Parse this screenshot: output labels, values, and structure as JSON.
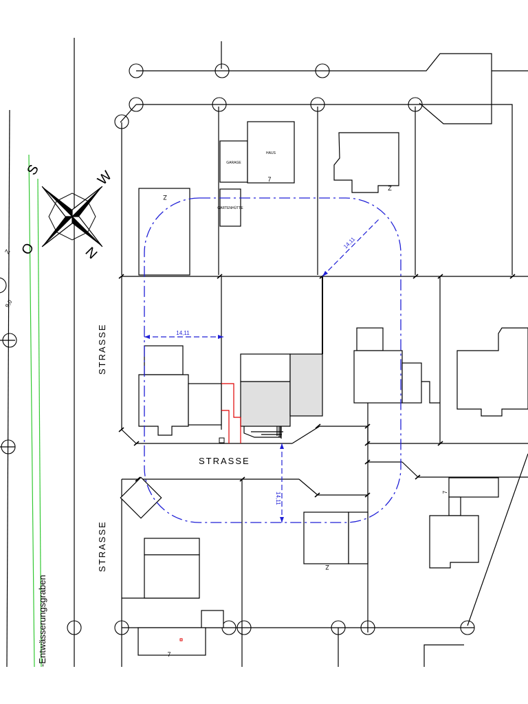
{
  "compass": {
    "north": "N",
    "south": "S",
    "west": "W",
    "east": "O"
  },
  "streets": {
    "left_upper": "STRASSE",
    "left_lower": "STRASSE",
    "middle": "STRASSE"
  },
  "ditch_label": "-Entwässerungsgraben",
  "dimensions": {
    "left": "14,11",
    "diagonal": "14,11",
    "bottom": "14,11"
  },
  "building_labels": {
    "garage": "GARAGE",
    "house": "HAUS",
    "gartenhuette": "GARTENHÜTTE",
    "floors": "Z",
    "storey": "7",
    "left_margin_1": "Z",
    "left_margin_2": "9,0"
  },
  "colors": {
    "line": "#000000",
    "radius": "#1f1fd6",
    "ditch": "#32c832",
    "annex": "#e00000",
    "fill": "#e0e0e0"
  }
}
